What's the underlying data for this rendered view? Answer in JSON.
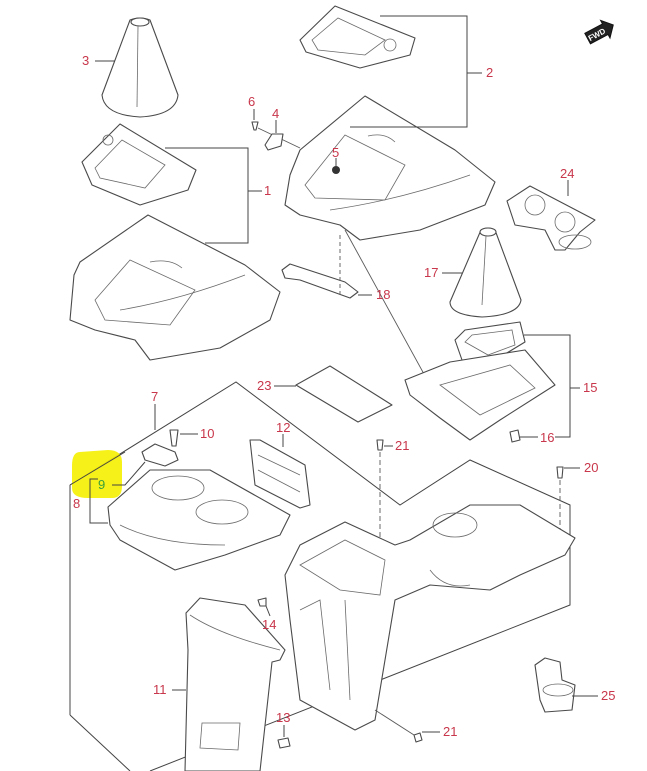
{
  "diagram": {
    "title": "Center console exploded parts diagram",
    "label_color": "#c8374b",
    "highlight": {
      "part": "9",
      "fill": "#f5ef00",
      "text_color": "#3aa03a"
    },
    "direction_badge": {
      "text": "FWD",
      "icon": "forward-arrow-icon"
    },
    "callouts": [
      {
        "id": "1",
        "label": "1"
      },
      {
        "id": "2",
        "label": "2"
      },
      {
        "id": "3",
        "label": "3"
      },
      {
        "id": "4",
        "label": "4"
      },
      {
        "id": "5",
        "label": "5"
      },
      {
        "id": "6",
        "label": "6"
      },
      {
        "id": "7",
        "label": "7"
      },
      {
        "id": "8",
        "label": "8"
      },
      {
        "id": "9",
        "label": "9"
      },
      {
        "id": "10",
        "label": "10"
      },
      {
        "id": "11",
        "label": "11"
      },
      {
        "id": "12",
        "label": "12"
      },
      {
        "id": "13",
        "label": "13"
      },
      {
        "id": "14",
        "label": "14"
      },
      {
        "id": "15",
        "label": "15"
      },
      {
        "id": "16",
        "label": "16"
      },
      {
        "id": "17",
        "label": "17"
      },
      {
        "id": "18",
        "label": "18"
      },
      {
        "id": "20",
        "label": "20"
      },
      {
        "id": "21a",
        "label": "21"
      },
      {
        "id": "21b",
        "label": "21"
      },
      {
        "id": "23",
        "label": "23"
      },
      {
        "id": "24",
        "label": "24"
      },
      {
        "id": "25",
        "label": "25"
      }
    ]
  }
}
